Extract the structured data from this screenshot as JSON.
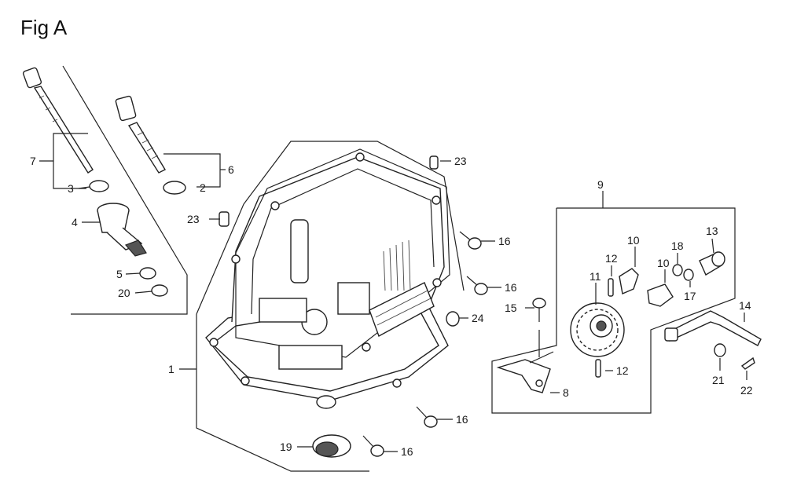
{
  "figure": {
    "title": "Fig A",
    "callouts": {
      "c1": "1",
      "c2": "2",
      "c3": "3",
      "c4": "4",
      "c5": "5",
      "c6": "6",
      "c7": "7",
      "c8": "8",
      "c9": "9",
      "c10a": "10",
      "c10b": "10",
      "c11": "11",
      "c12a": "12",
      "c12b": "12",
      "c13": "13",
      "c14": "14",
      "c15": "15",
      "c16a": "16",
      "c16b": "16",
      "c16c": "16",
      "c16d": "16",
      "c17": "17",
      "c18": "18",
      "c19": "19",
      "c20": "20",
      "c21": "21",
      "c22": "22",
      "c23a": "23",
      "c23b": "23",
      "c24": "24"
    }
  }
}
